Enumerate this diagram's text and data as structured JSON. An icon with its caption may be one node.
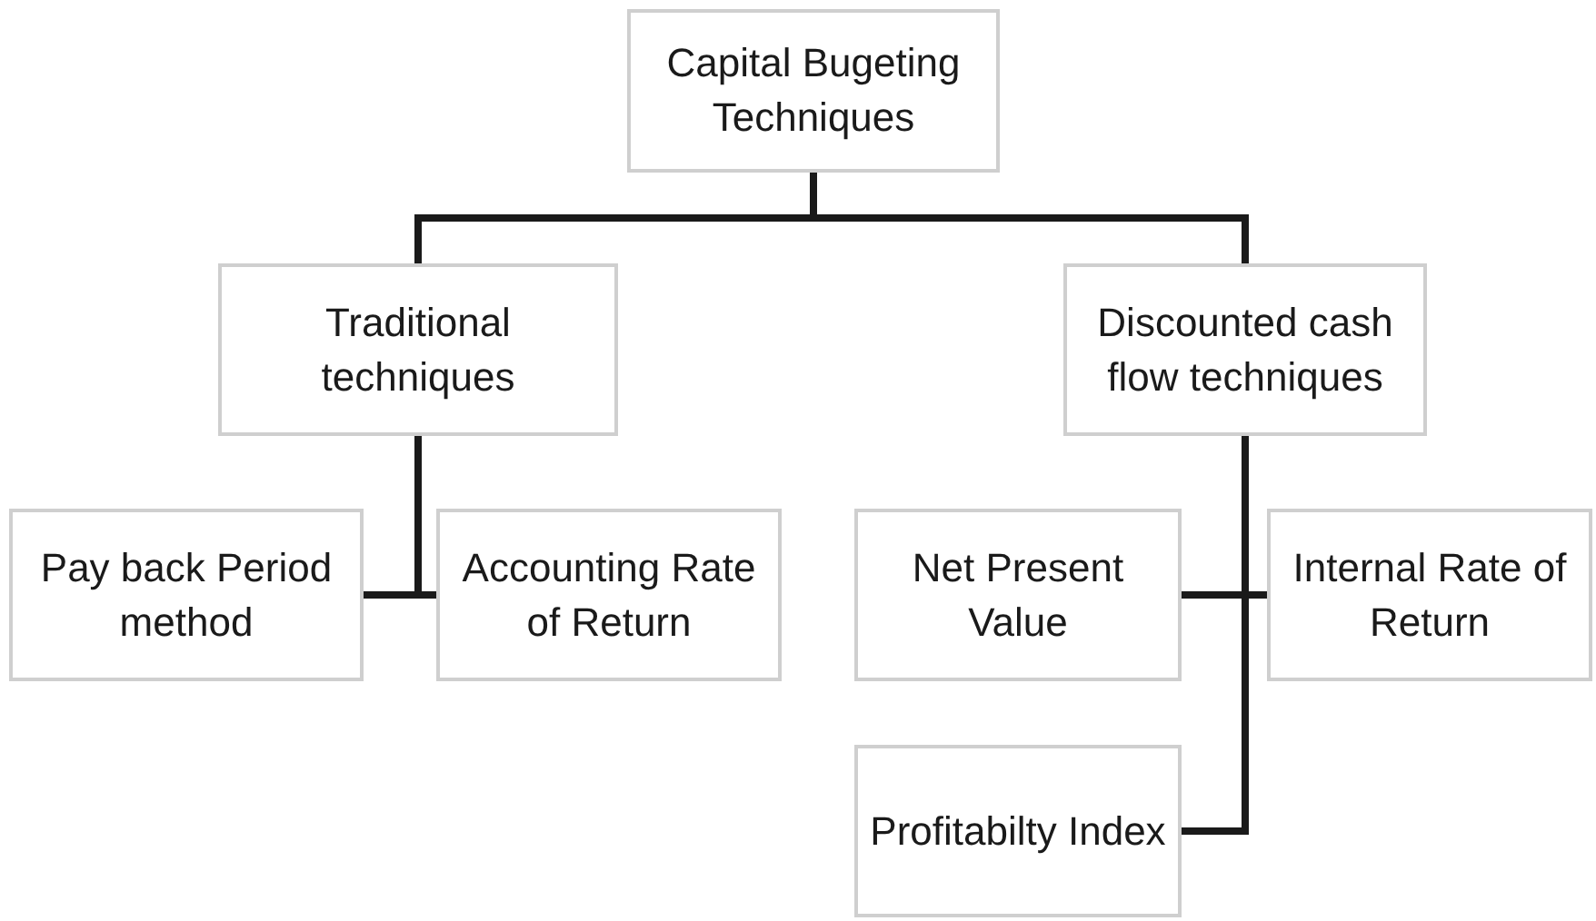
{
  "diagram": {
    "nodes": [
      {
        "text": [
          "Capital Bugeting Techniques"
        ]
      },
      {
        "text": [
          "Traditional techniques"
        ]
      },
      {
        "text": [
          "Discounted cash flow techniques"
        ]
      },
      {
        "text": [
          "Pay back Period method"
        ]
      },
      {
        "text": [
          "Accounting Rate of Return"
        ]
      },
      {
        "text": [
          "Net Present Value"
        ]
      },
      {
        "text": [
          "Internal Rate of Return"
        ]
      },
      {
        "text": [
          "Profitabilty Index"
        ]
      }
    ],
    "edges": [
      {
        "from": 0,
        "to": 1,
        "arrow": "none"
      },
      {
        "from": 0,
        "to": 2,
        "arrow": "none"
      },
      {
        "from": 1,
        "to": 3,
        "arrow": "none"
      },
      {
        "from": 1,
        "to": 4,
        "arrow": "none"
      },
      {
        "from": 2,
        "to": 5,
        "arrow": "none"
      },
      {
        "from": 2,
        "to": 6,
        "arrow": "none"
      },
      {
        "from": 2,
        "to": 7,
        "arrow": "none"
      }
    ]
  }
}
